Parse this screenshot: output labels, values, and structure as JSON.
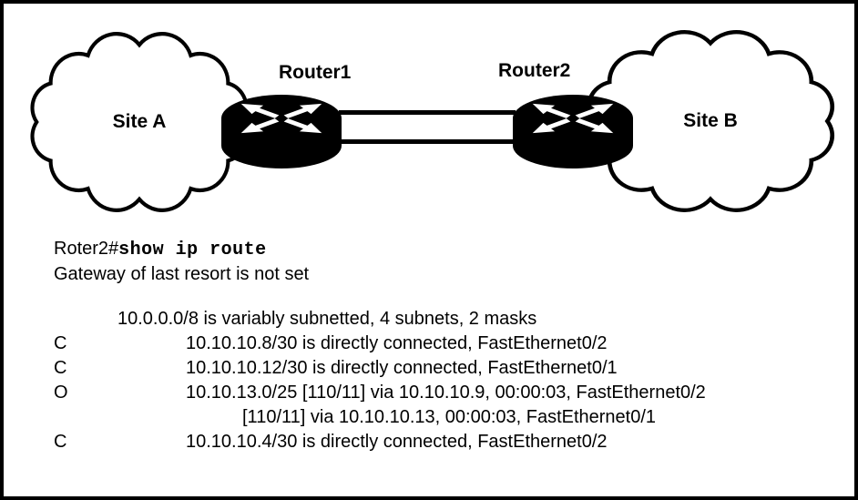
{
  "diagram": {
    "site_a": "Site A",
    "site_b": "Site B",
    "router1": "Router1",
    "router2": "Router2"
  },
  "console": {
    "prompt": "Roter2#",
    "command": "show ip route",
    "gateway": "Gateway of last resort is not set",
    "routes": [
      {
        "code": "",
        "text": "10.0.0.0/8 is variably subnetted, 4 subnets, 2 masks"
      },
      {
        "code": "C",
        "text": "10.10.10.8/30 is directly connected, FastEthernet0/2"
      },
      {
        "code": "C",
        "text": "10.10.10.12/30 is directly connected, FastEthernet0/1"
      },
      {
        "code": "O",
        "text": "10.10.13.0/25 [110/11] via 10.10.10.9, 00:00:03, FastEthernet0/2"
      },
      {
        "code": "",
        "text": "[110/11] via 10.10.10.13, 00:00:03, FastEthernet0/1"
      },
      {
        "code": "C",
        "text": "10.10.10.4/30 is directly connected, FastEthernet0/2"
      }
    ]
  },
  "colors": {
    "outline": "#000000",
    "background": "#ffffff",
    "router_fill": "#000000",
    "arrow_fill": "#ffffff"
  }
}
